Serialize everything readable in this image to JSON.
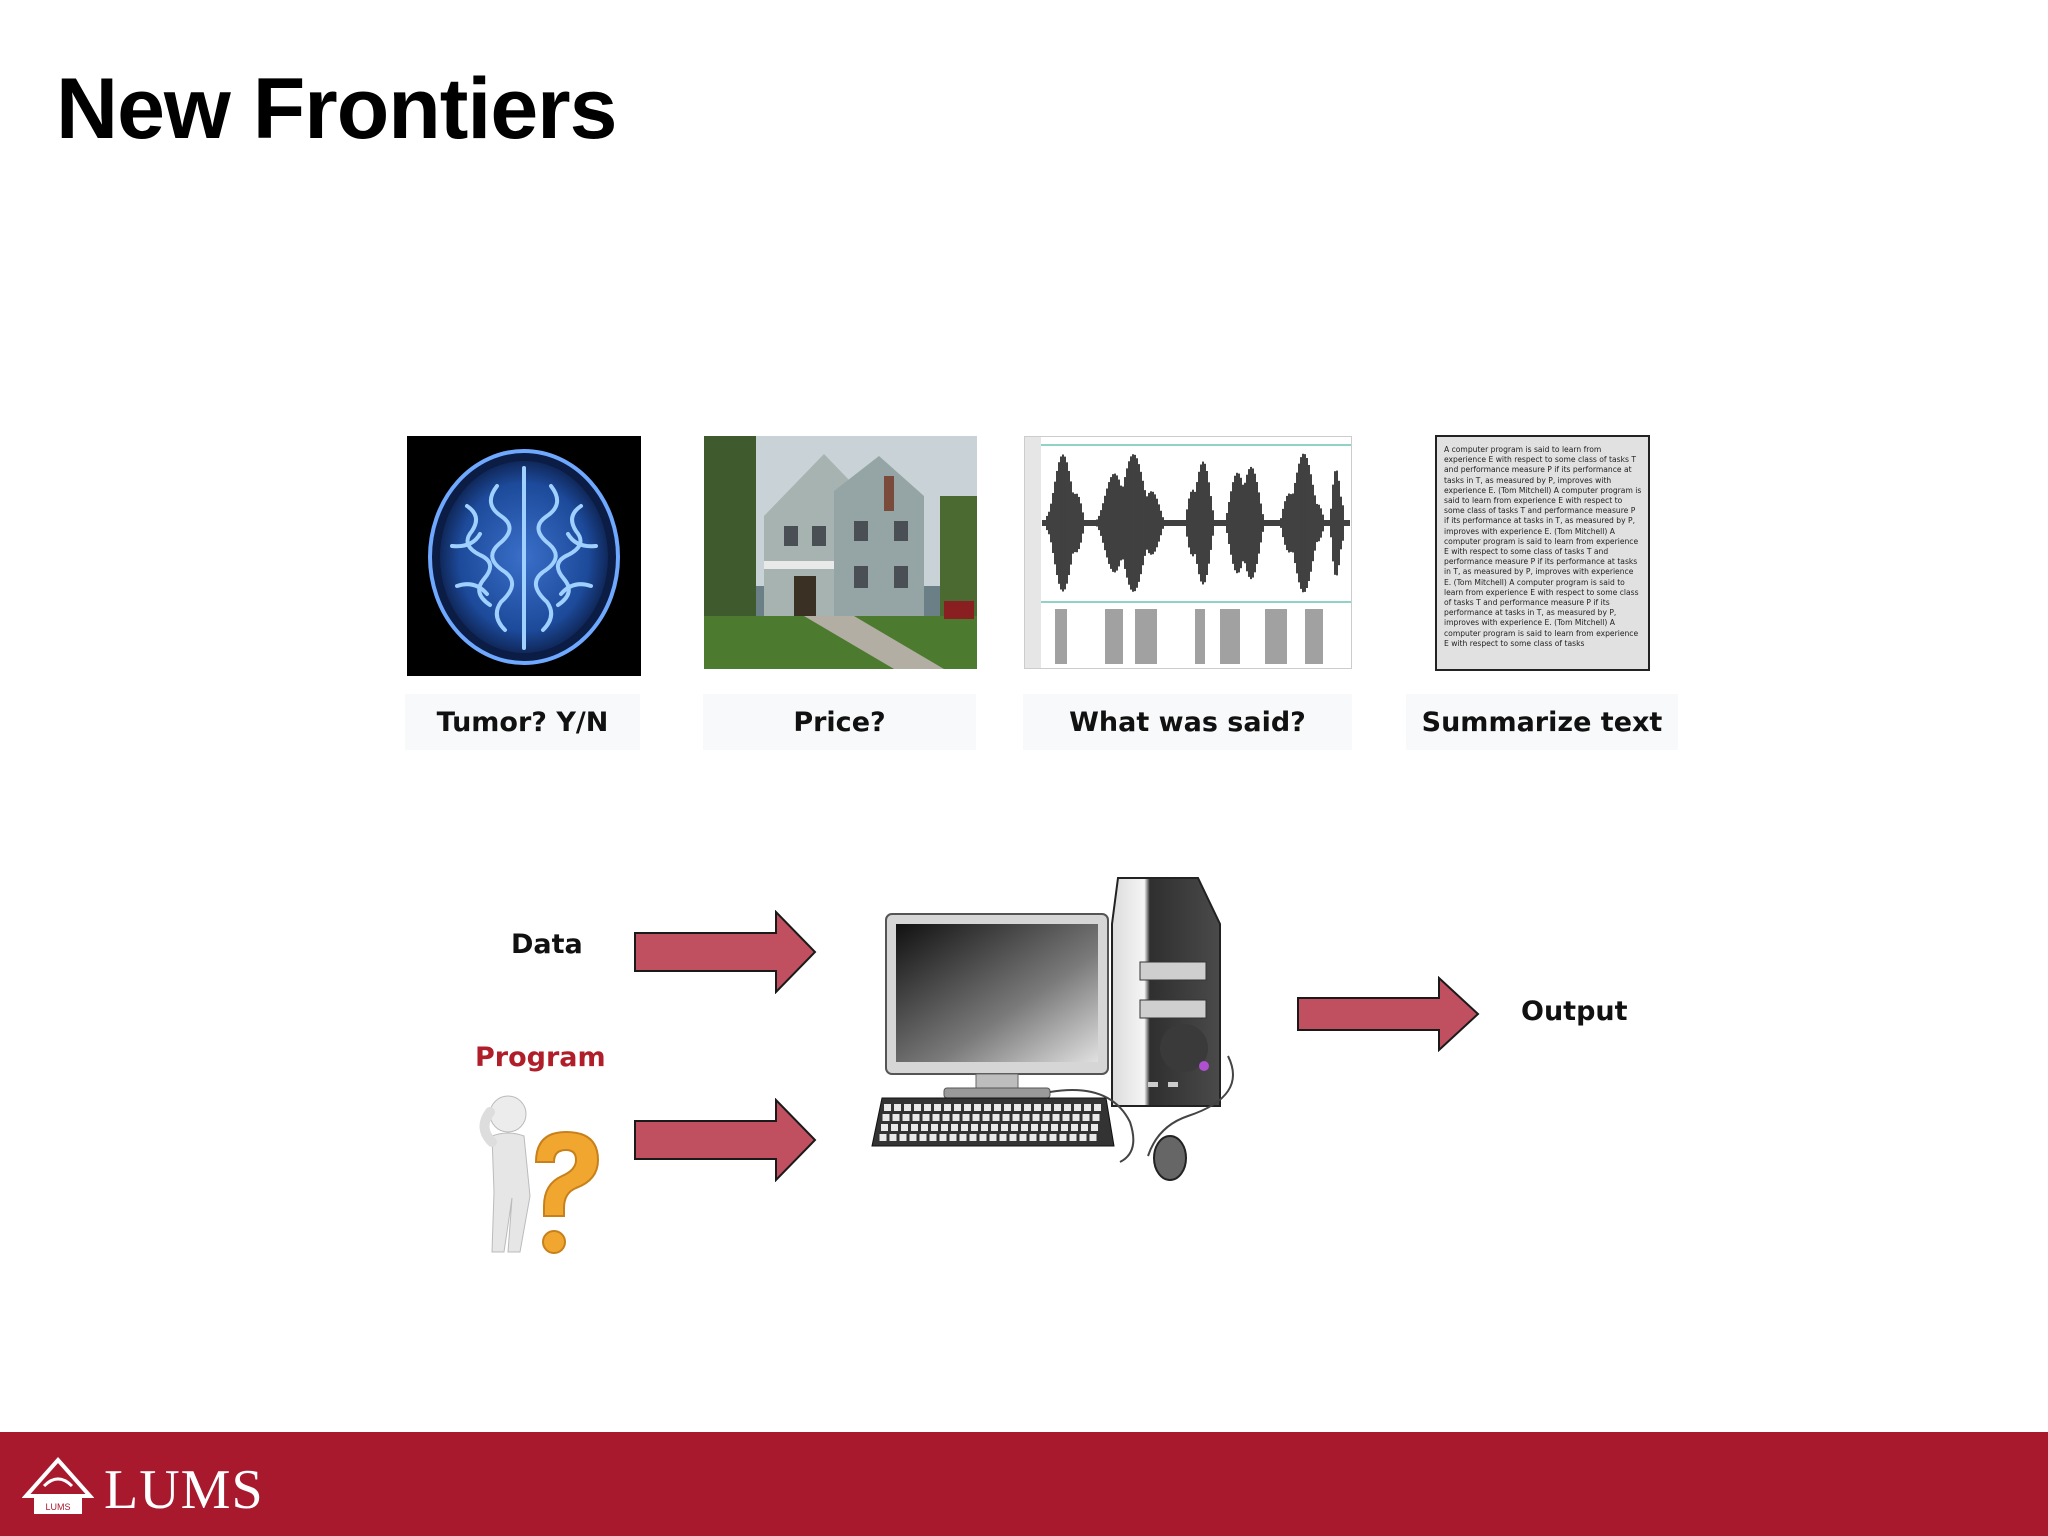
{
  "slide": {
    "title": "New Frontiers"
  },
  "examples": [
    {
      "caption": "Tumor? Y/N",
      "icon": "brain-mri-image"
    },
    {
      "caption": "Price?",
      "icon": "house-photo"
    },
    {
      "caption": "What was said?",
      "icon": "speech-waveform-image"
    },
    {
      "caption": "Summarize text",
      "icon": "text-document-image"
    }
  ],
  "document_text": "A computer program is said to learn from experience E with respect to some class of tasks T and performance measure P if its performance at tasks in T, as measured by P, improves with experience E. (Tom Mitchell) A computer program is said to learn from experience E with respect to some class of tasks T and performance measure P if its performance at tasks in T, as measured by P, improves with experience E. (Tom Mitchell) A computer program is said to learn from experience E with respect to some class of tasks T and performance measure P if its performance at tasks in T, as measured by P, improves with experience E. (Tom Mitchell) A computer program is said to learn from experience E with respect to some class of tasks T and performance measure P if its performance at tasks in T, as measured by P, improves with experience E. (Tom Mitchell) A computer program is said to learn from experience E with respect to some class of tasks",
  "diagram": {
    "data_label": "Data",
    "program_label": "Program",
    "output_label": "Output",
    "colors": {
      "arrow": "#c0505f",
      "program_label": "#b01e2a"
    }
  },
  "footer": {
    "logo_text": "LUMS",
    "emblem_text": "LUMS",
    "color": "#a8192e"
  }
}
